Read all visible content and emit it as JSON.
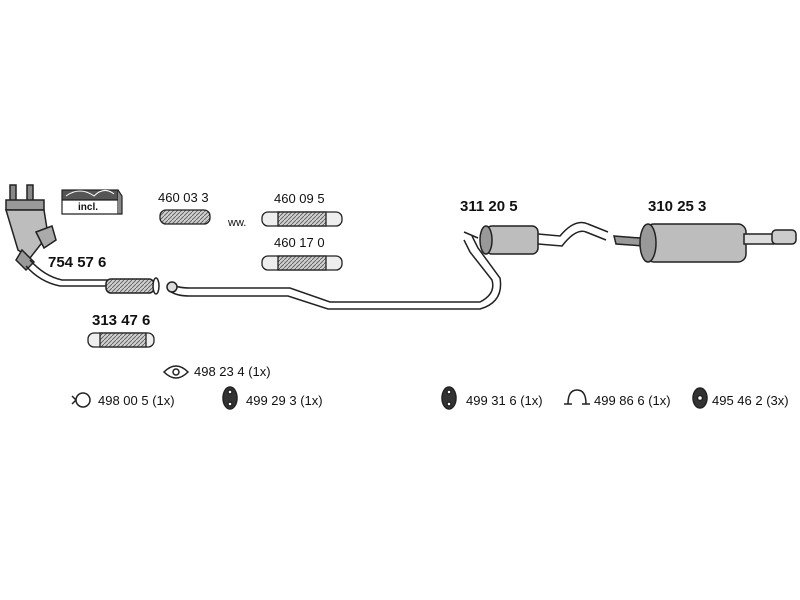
{
  "labels": {
    "p754576": "754 57 6",
    "p313476": "313 47 6",
    "p460033": "460 03 3",
    "ww": "ww.",
    "p460095": "460 09 5",
    "p460170": "460 17 0",
    "p311205": "311 20 5",
    "p310253": "310 25 3",
    "incl": "incl."
  },
  "parts": {
    "p498234": "498 23 4 (1x)",
    "p498005": "498 00 5 (1x)",
    "p499293": "499 29 3 (1x)",
    "p499316": "499 31 6  (1x)",
    "p499866": "499 86 6 (1x)",
    "p495462": "495 46 2 (3x)"
  },
  "colors": {
    "line": "#222222",
    "fill": "#bdbdbd",
    "dark": "#555555"
  }
}
